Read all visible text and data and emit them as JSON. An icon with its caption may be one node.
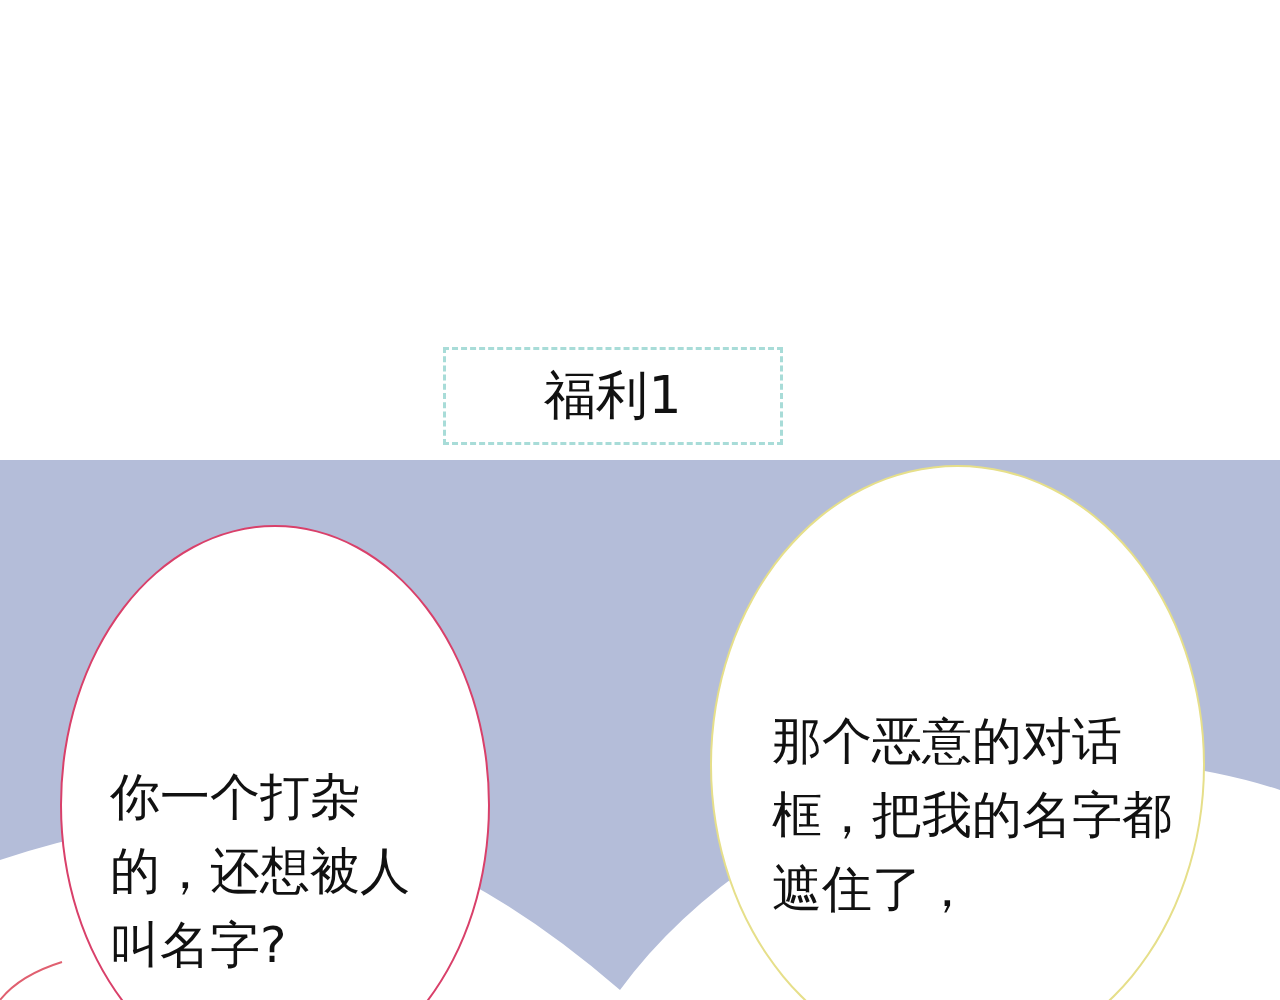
{
  "diagram": {
    "nodes": [
      {
        "text": [
          "福利1"
        ]
      },
      {
        "text": [
          "你一个打杂的，还想被人叫名字?"
        ]
      },
      {
        "text": [
          "那个恶意的对话框，把我的名字都遮住了，"
        ]
      }
    ]
  }
}
